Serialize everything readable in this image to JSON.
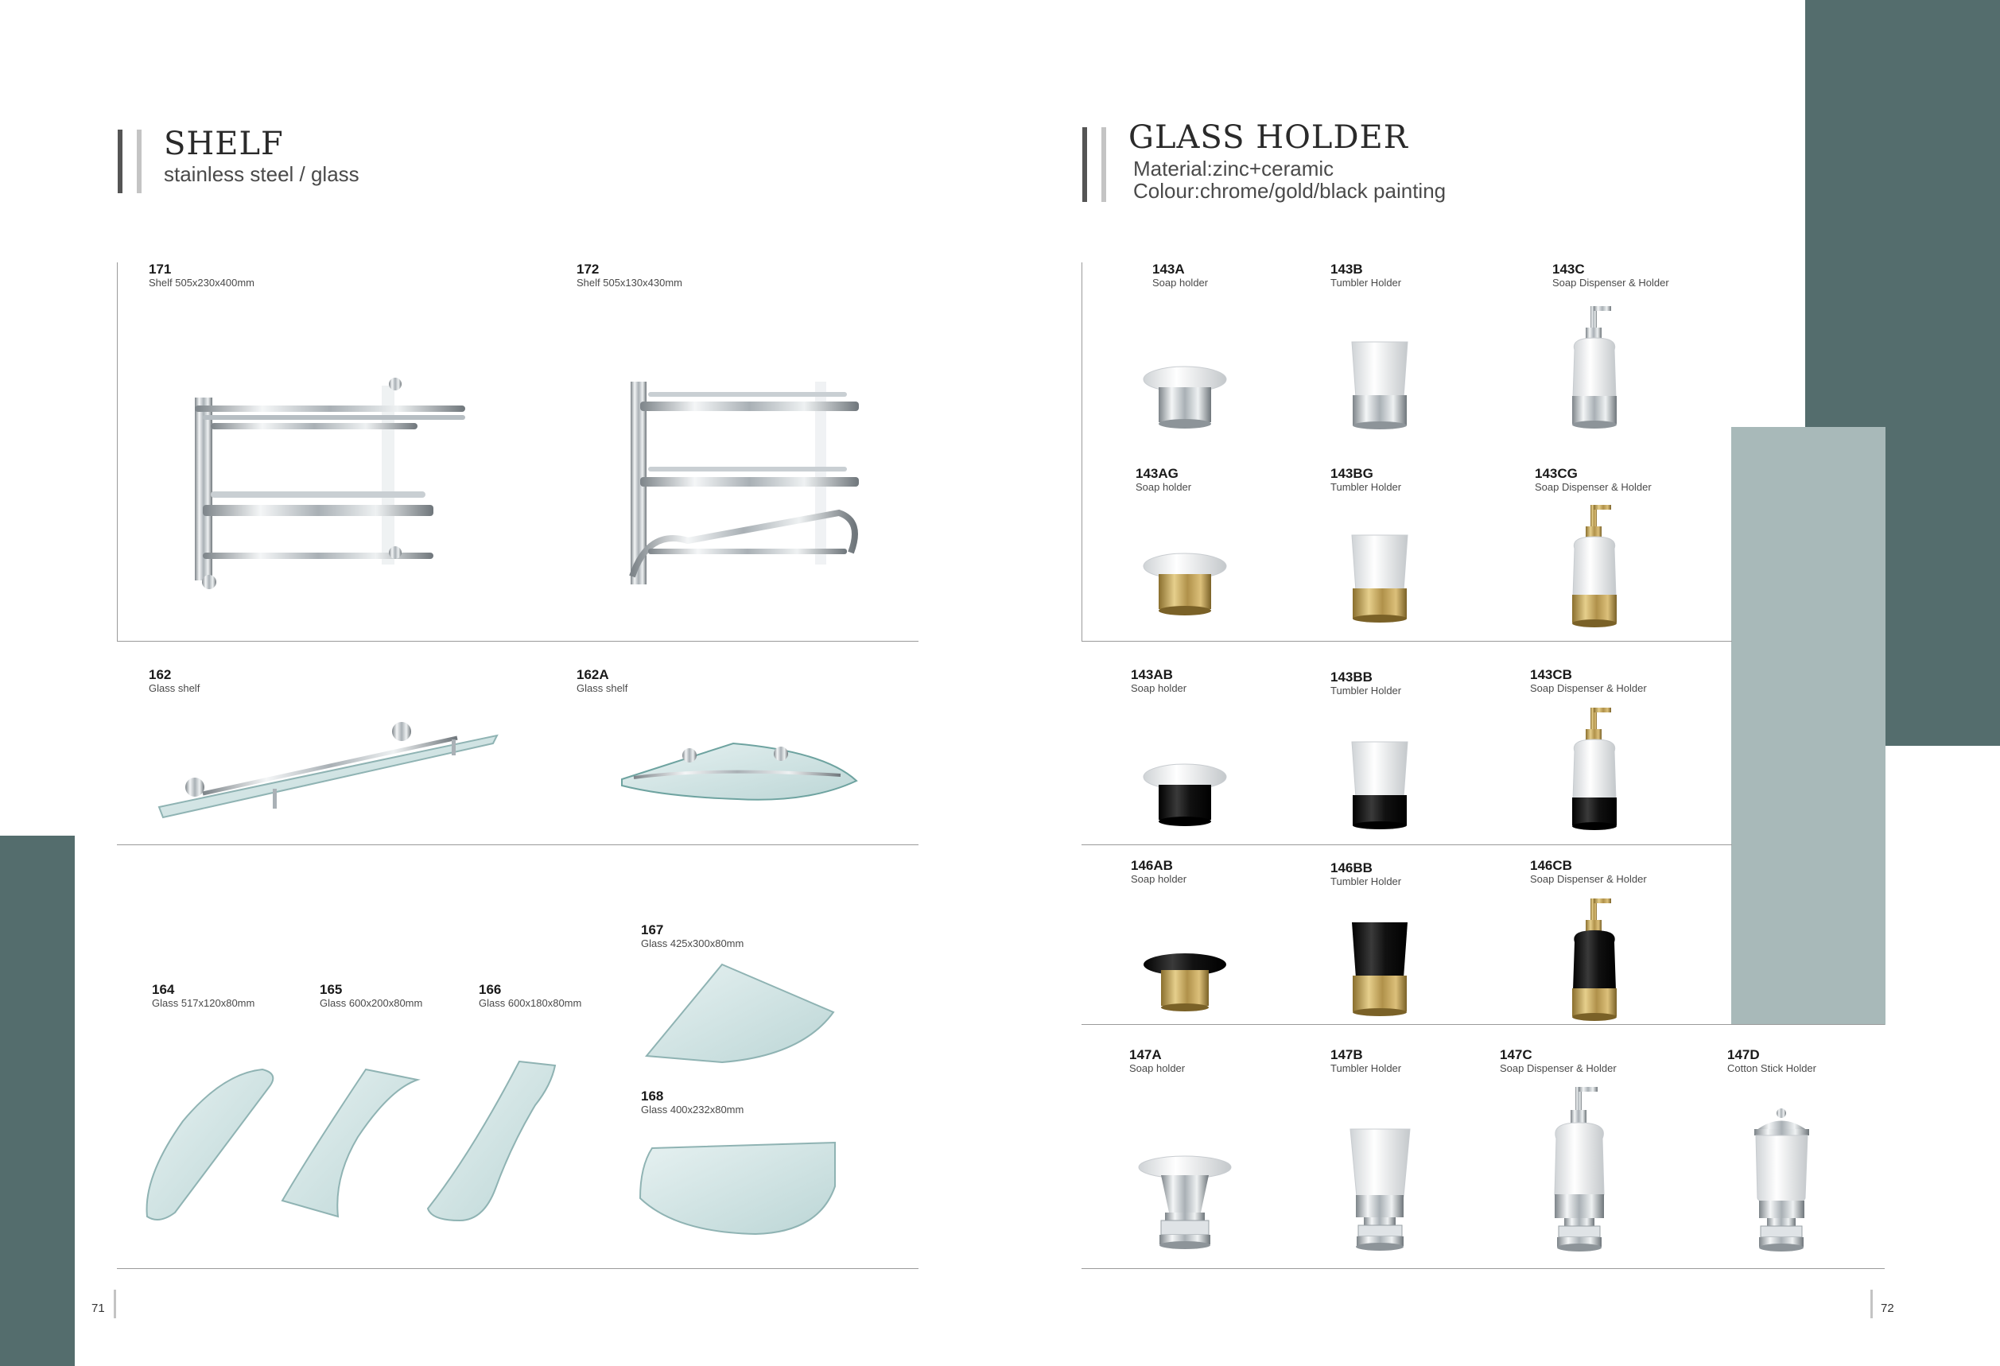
{
  "left_page": {
    "title": "SHELF",
    "subtitle": "stainless steel / glass",
    "page_number": "71",
    "items": [
      {
        "code": "171",
        "desc": "Shelf 505x230x400mm"
      },
      {
        "code": "172",
        "desc": "Shelf 505x130x430mm"
      },
      {
        "code": "162",
        "desc": "Glass shelf"
      },
      {
        "code": "162A",
        "desc": "Glass shelf"
      },
      {
        "code": "164",
        "desc": "Glass 517x120x80mm"
      },
      {
        "code": "165",
        "desc": "Glass 600x200x80mm"
      },
      {
        "code": "166",
        "desc": "Glass 600x180x80mm"
      },
      {
        "code": "167",
        "desc": "Glass 425x300x80mm"
      },
      {
        "code": "168",
        "desc": "Glass  400x232x80mm"
      }
    ]
  },
  "right_page": {
    "title": "GLASS HOLDER",
    "material": "Material:zinc+ceramic",
    "colour": "Colour:chrome/gold/black painting",
    "page_number": "72",
    "items": [
      {
        "code": "143A",
        "desc": "Soap holder"
      },
      {
        "code": "143B",
        "desc": "Tumbler  Holder"
      },
      {
        "code": "143C",
        "desc": "Soap Dispenser & Holder"
      },
      {
        "code": "143AG",
        "desc": "Soap holder"
      },
      {
        "code": "143BG",
        "desc": "Tumbler Holder"
      },
      {
        "code": "143CG",
        "desc": "Soap Dispenser & Holder"
      },
      {
        "code": "143AB",
        "desc": "Soap holder"
      },
      {
        "code": "143BB",
        "desc": "Tumbler Holder"
      },
      {
        "code": "143CB",
        "desc": "Soap Dispenser & Holder"
      },
      {
        "code": "146AB",
        "desc": "Soap holder"
      },
      {
        "code": "146BB",
        "desc": "Tumbler Holder"
      },
      {
        "code": "146CB",
        "desc": "Soap Dispenser & Holder"
      },
      {
        "code": "147A",
        "desc": "Soap holder"
      },
      {
        "code": "147B",
        "desc": "Tumbler  Holder"
      },
      {
        "code": "147C",
        "desc": "Soap Dispenser & Holder"
      },
      {
        "code": "147D",
        "desc": "Cotton Stick Holder"
      }
    ]
  },
  "colors": {
    "accent_dark": "#546d6d",
    "accent_light": "#a8b9b9",
    "chrome": "#c8cdd2",
    "gold": "#b89a4e",
    "black": "#1c1c1c",
    "glass": "#cfe3e3"
  }
}
